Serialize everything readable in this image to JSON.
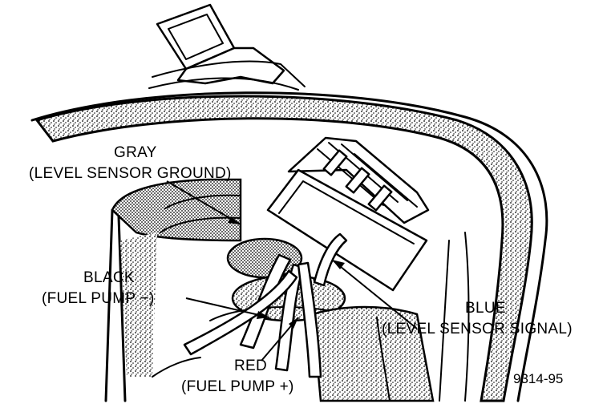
{
  "labels": {
    "gray": "GRAY",
    "gray_desc": "(LEVEL SENSOR GROUND)",
    "black": "BLACK",
    "black_desc": "(FUEL PUMP −)",
    "blue": "BLUE",
    "blue_desc": "(LEVEL SENSOR SIGNAL)",
    "red": "RED",
    "red_desc": "(FUEL PUMP +)"
  },
  "figure_number": "9314-95",
  "colors": {
    "ink": "#000000",
    "paper": "#ffffff"
  }
}
